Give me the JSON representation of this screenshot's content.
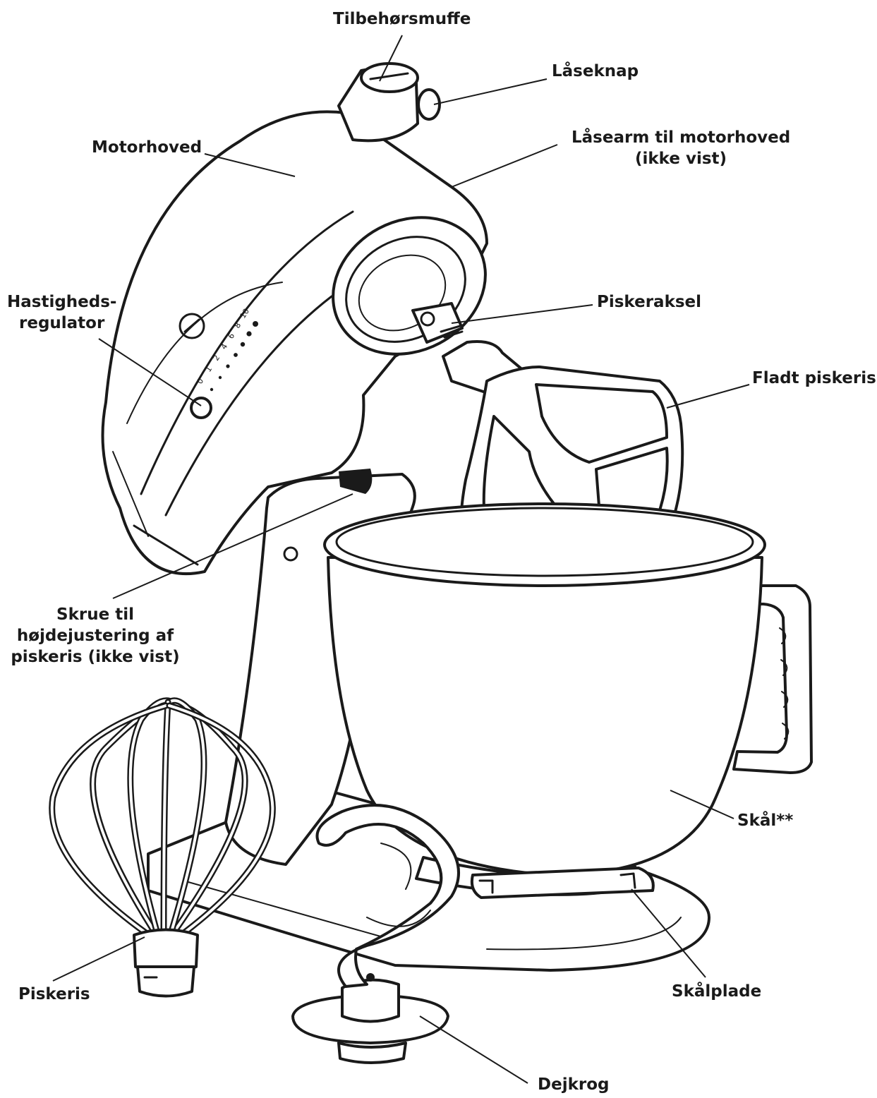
{
  "labels": {
    "attachment_hub": "Tilbehørsmuffe",
    "lock_button": "Låseknap",
    "motor_head": "Motorhoved",
    "head_lock_arm_line1": "Låsearm til motorhoved",
    "head_lock_arm_line2": "(ikke vist)",
    "speed_control_line1": "Hastigheds-",
    "speed_control_line2": "regulator",
    "beater_shaft": "Piskeraksel",
    "flat_beater": "Fladt piskeris",
    "height_screw_line1": "Skrue til",
    "height_screw_line2": "højdejustering af",
    "height_screw_line3": "piskeris (ikke vist)",
    "bowl": "Skål**",
    "whisk": "Piskeris",
    "bowl_plate": "Skålplade",
    "dough_hook": "Dejkrog"
  },
  "speed_dial_marks": [
    "0",
    "1",
    "2",
    "4",
    "6",
    "8",
    "10"
  ],
  "colors": {
    "ink": "#1a1a1a",
    "paper": "#ffffff"
  }
}
